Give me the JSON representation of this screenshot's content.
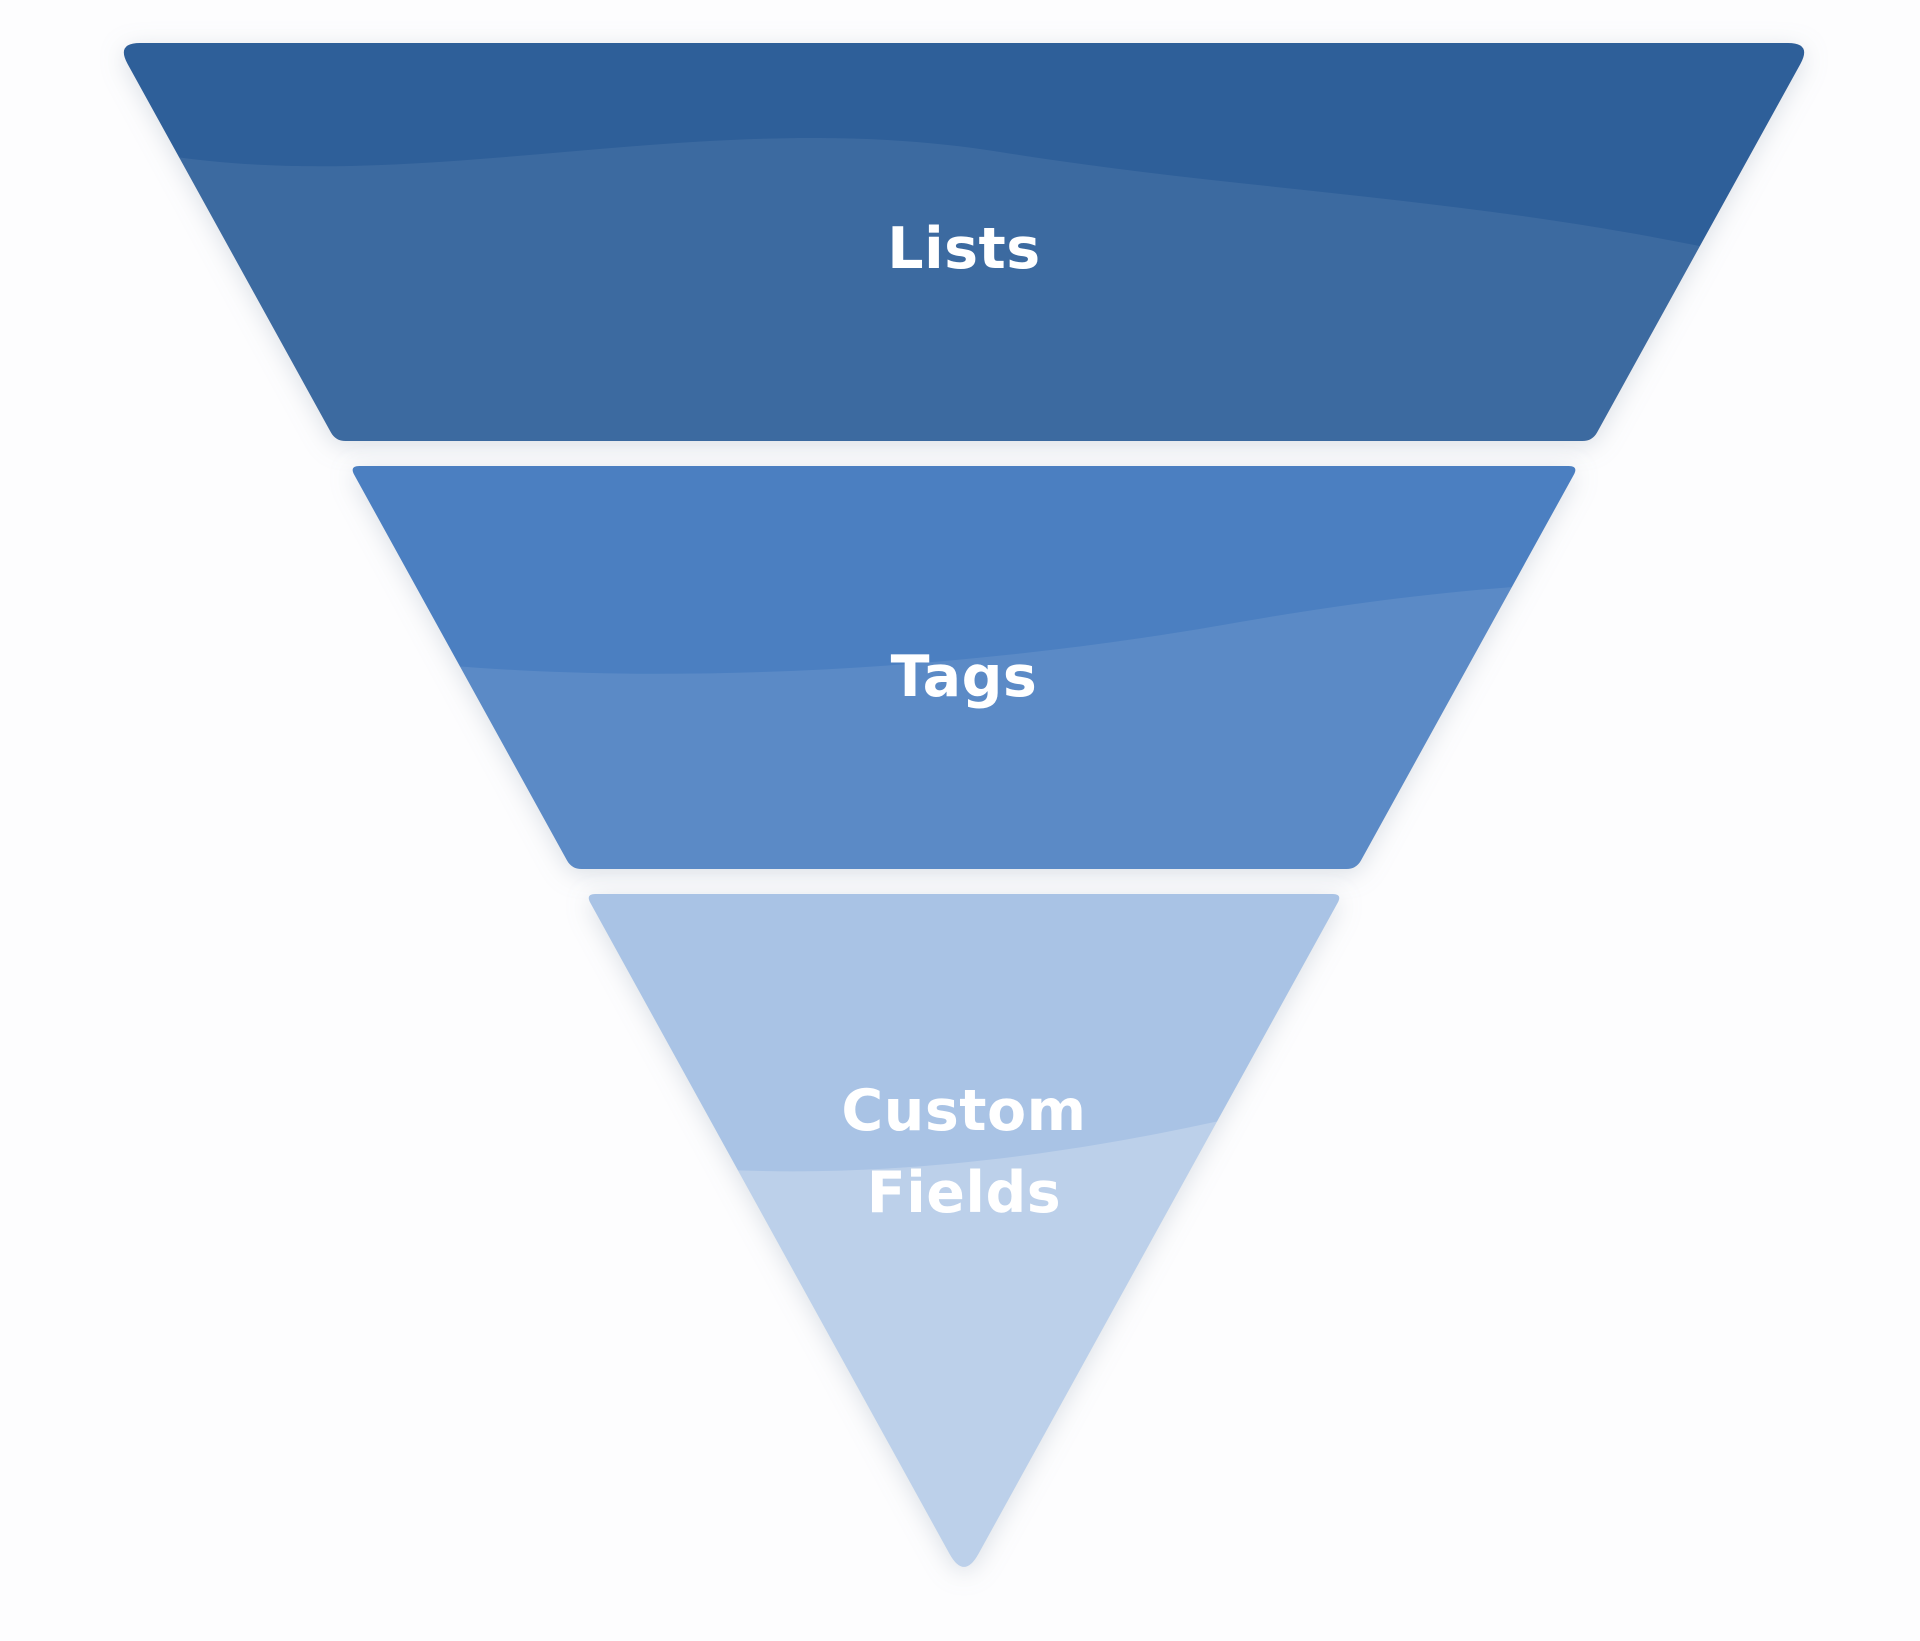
{
  "page": {
    "background": "#fdfdfe",
    "diagram_type": "inverted-funnel",
    "text_color": "#ffffff"
  },
  "funnel": {
    "stages": [
      {
        "label": "Lists",
        "fill": "#2f5f99",
        "wave_opacity": 0.07
      },
      {
        "label": "Tags",
        "fill": "#4b7fc1",
        "wave_opacity": 0.09
      },
      {
        "label": "Custom Fields",
        "label_lines": [
          "Custom",
          "Fields"
        ],
        "fill": "#a9c3e5",
        "wave_opacity": 0.22
      }
    ]
  }
}
